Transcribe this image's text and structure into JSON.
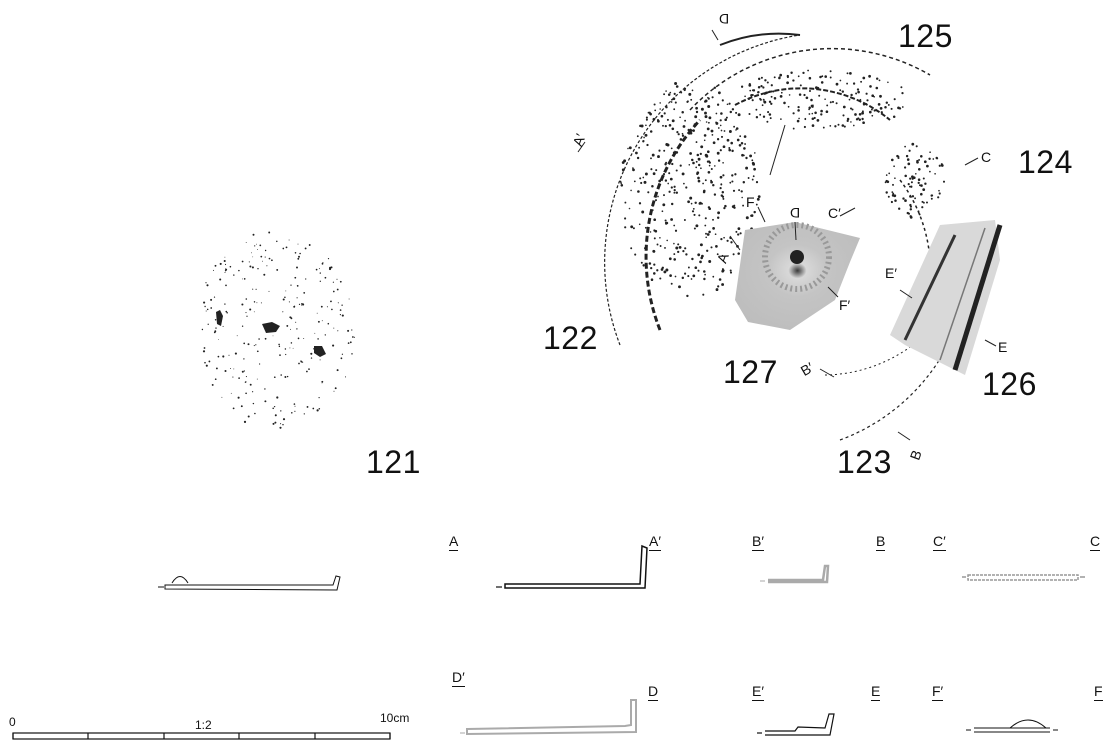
{
  "artifact_numbers": {
    "n121": "121",
    "n122": "122",
    "n123": "123",
    "n124": "124",
    "n125": "125",
    "n126": "126",
    "n127": "127"
  },
  "plan_labels": {
    "A": "A",
    "A_prime": "A′",
    "B": "B",
    "B_prime": "B′",
    "C": "C",
    "C_prime": "C′",
    "D": "D",
    "D_prime": "D",
    "E": "E",
    "E_prime": "E′",
    "F": "F",
    "F_prime": "F′"
  },
  "sections": [
    {
      "left": "A",
      "right": "A′"
    },
    {
      "left": "B′",
      "right": "B"
    },
    {
      "left": "C′",
      "right": "C"
    },
    {
      "left": "D′",
      "right": "D"
    },
    {
      "left": "E′",
      "right": "E"
    },
    {
      "left": "F′",
      "right": "F"
    }
  ],
  "scale_bar": {
    "start": "0",
    "end": "10cm",
    "ratio": "1:2"
  }
}
